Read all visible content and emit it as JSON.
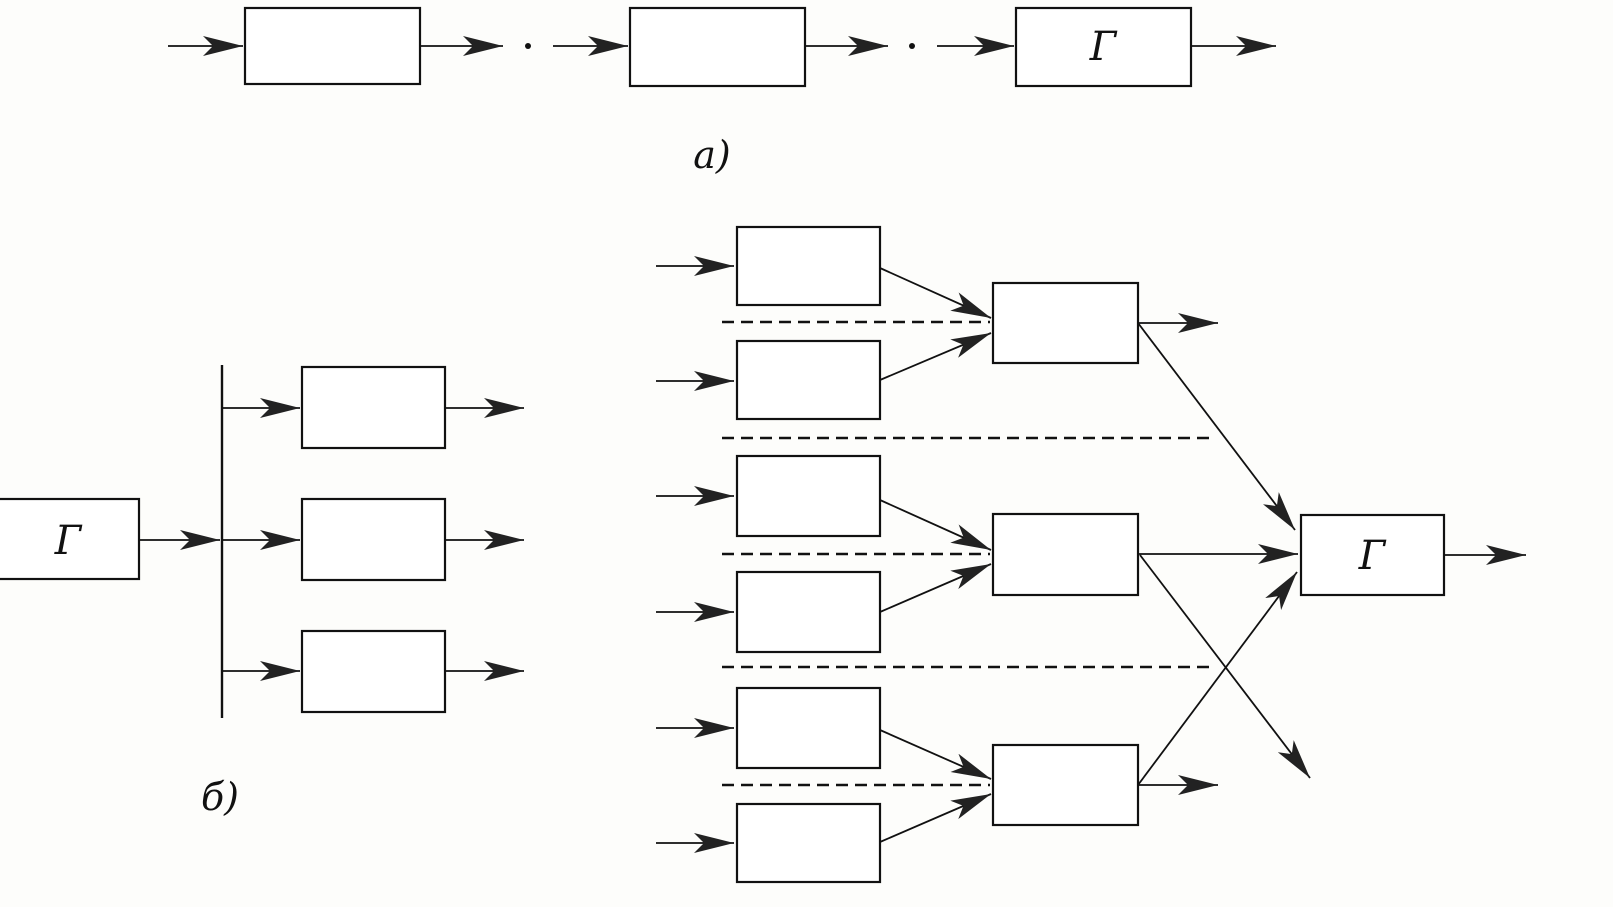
{
  "figure": {
    "part_a": {
      "caption": "а)",
      "output_block_label": "Г"
    },
    "part_b": {
      "caption": "б)",
      "source_block_label": "Г",
      "sink_block_label": "Г"
    }
  },
  "colors": {
    "ink": "#111111",
    "paper": "#fdfdfb",
    "box_fill": "#ffffff"
  }
}
